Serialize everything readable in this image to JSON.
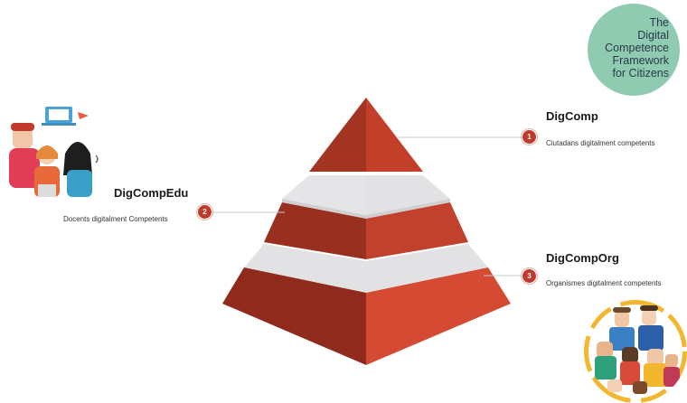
{
  "logo": {
    "lines": [
      "The",
      "Digital",
      "Competence",
      "Framework",
      "for Citizens"
    ]
  },
  "levels": [
    {
      "number": "1",
      "title": "DigComp",
      "description": "Ciutadans digitalment competents"
    },
    {
      "number": "2",
      "title": "DigCompEdu",
      "description": "Docents digitalment Competents"
    },
    {
      "number": "3",
      "title": "DigCompOrg",
      "description": "Organismes digitalment competents"
    }
  ],
  "colors": {
    "pyramid_dark": "#8f2a1c",
    "pyramid_light": "#cf4630",
    "band": "#e2e2e4",
    "badge": "#c0392b",
    "logo_bg": "#8fcbb0"
  }
}
